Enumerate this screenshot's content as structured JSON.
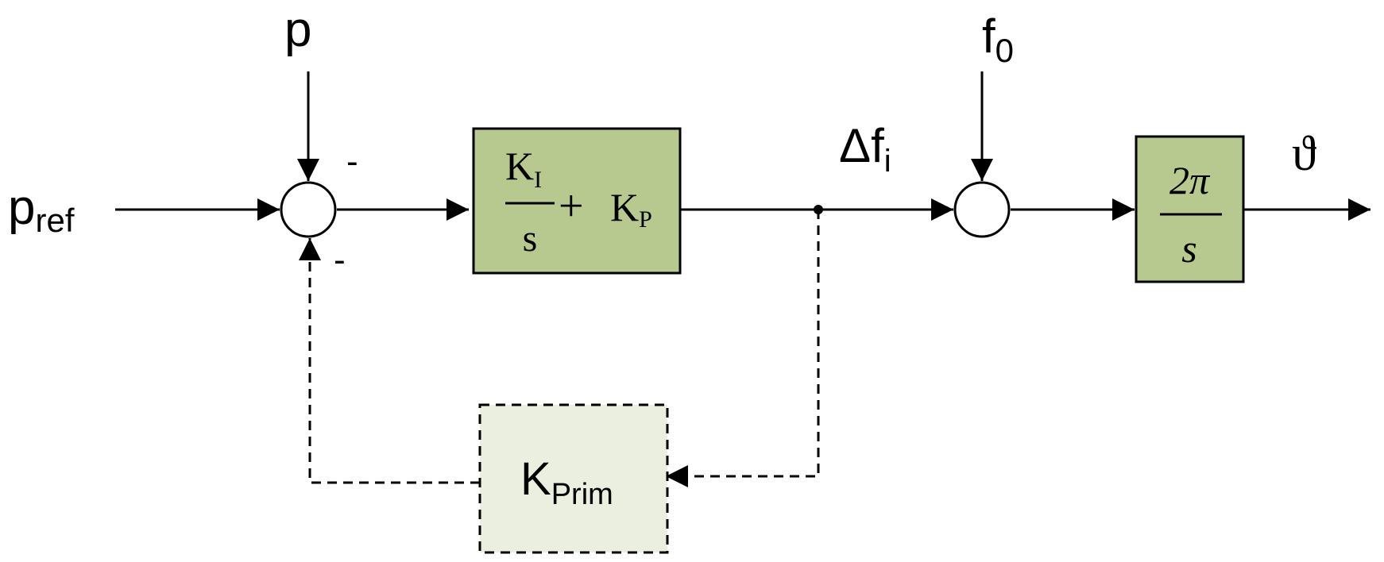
{
  "colors": {
    "block_fill": "#b7c98e",
    "prim_fill": "#ebefdf",
    "stroke": "#000000",
    "background": "#ffffff"
  },
  "signals": {
    "pref": {
      "base": "p",
      "sub": "ref"
    },
    "p": "p",
    "f0": {
      "base": "f",
      "sub": "0"
    },
    "delta_f": {
      "base": "Δf",
      "sub": "i"
    },
    "theta": "ϑ"
  },
  "signs": {
    "upper_minus": "-",
    "lower_minus": "-"
  },
  "blocks": {
    "pi_controller": {
      "num_base": "K",
      "num_sub": "I",
      "den": "s",
      "plus": "+",
      "term_base": "K",
      "term_sub": "P"
    },
    "integrator": {
      "num": "2π",
      "den": "s"
    },
    "k_prim": {
      "base": "K",
      "sub": "Prim"
    }
  }
}
